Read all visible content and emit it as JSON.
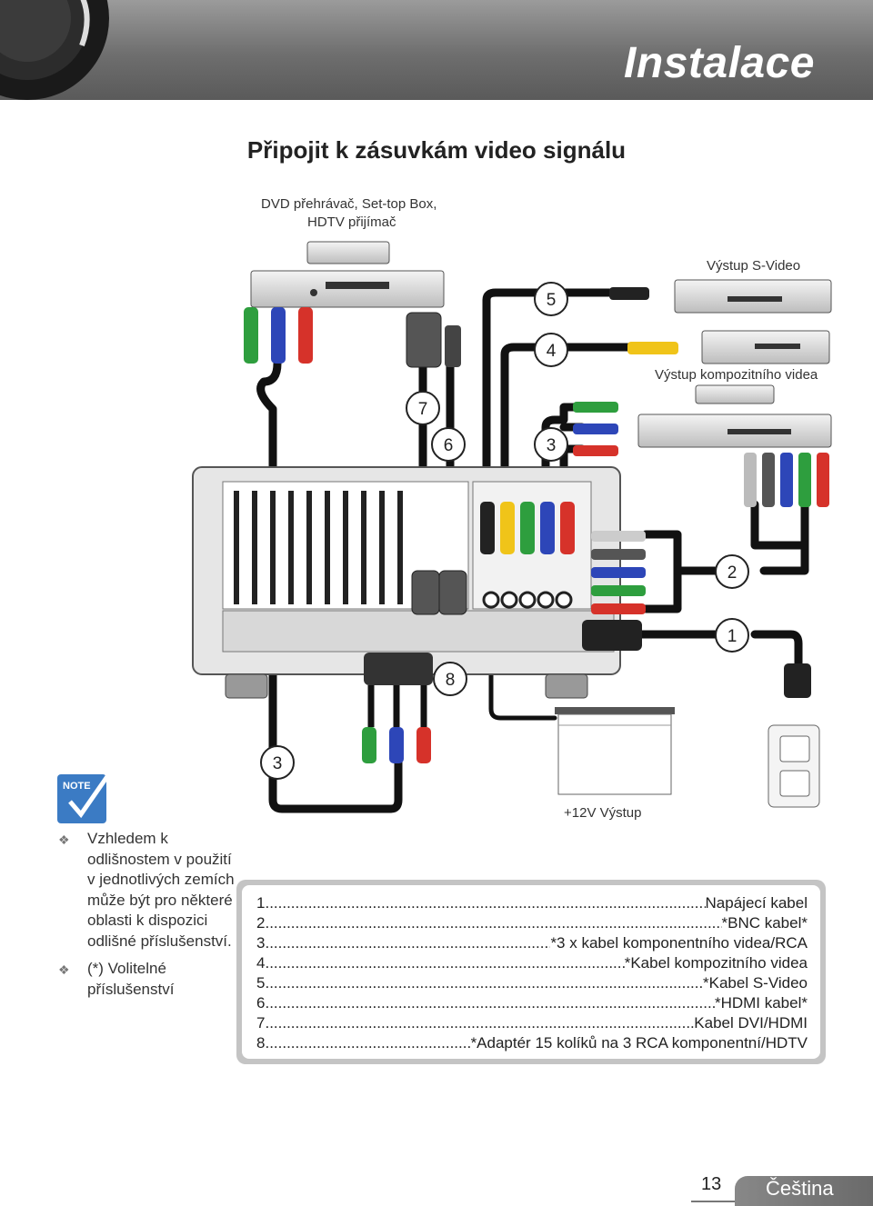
{
  "header": {
    "title": "Instalace"
  },
  "page_title": "Připojit k zásuvkám video signálu",
  "diagram": {
    "labels": {
      "dvd_player_line1": "DVD přehrávač, Set-top Box,",
      "dvd_player_line2": "HDTV přijímač",
      "svideo_output": "Výstup S-Video",
      "composite_output": "Výstup kompozitního videa",
      "twelve_volt": "+12V Výstup"
    },
    "callouts": [
      "5",
      "4",
      "7",
      "6",
      "3",
      "2",
      "1",
      "8",
      "3"
    ]
  },
  "note": {
    "items": [
      "Vzhledem k odlišnostem v použití v jednotlivých zemích může být pro některé oblasti k dispozici odlišné příslušenství.",
      "(*) Volitelné příslušenství"
    ]
  },
  "legend": {
    "items": [
      {
        "n": "1",
        "t": "Napájecí kabel"
      },
      {
        "n": "2",
        "t": "*BNC kabel*"
      },
      {
        "n": "3",
        "t": "*3 x kabel komponentního videa/RCA"
      },
      {
        "n": "4",
        "t": "*Kabel kompozitního videa"
      },
      {
        "n": "5",
        "t": "*Kabel S-Video"
      },
      {
        "n": "6",
        "t": "*HDMI kabel*"
      },
      {
        "n": "7",
        "t": "Kabel DVI/HDMI"
      },
      {
        "n": "8",
        "t": "*Adaptér 15 kolíků na 3 RCA komponentní/HDTV"
      }
    ]
  },
  "footer": {
    "page_number": "13",
    "language": "Čeština"
  },
  "colors": {
    "green": "#2e9e3e",
    "blue": "#2d46b8",
    "red": "#d6322a",
    "yellow": "#f0c419",
    "header": "#6e6e6e"
  }
}
